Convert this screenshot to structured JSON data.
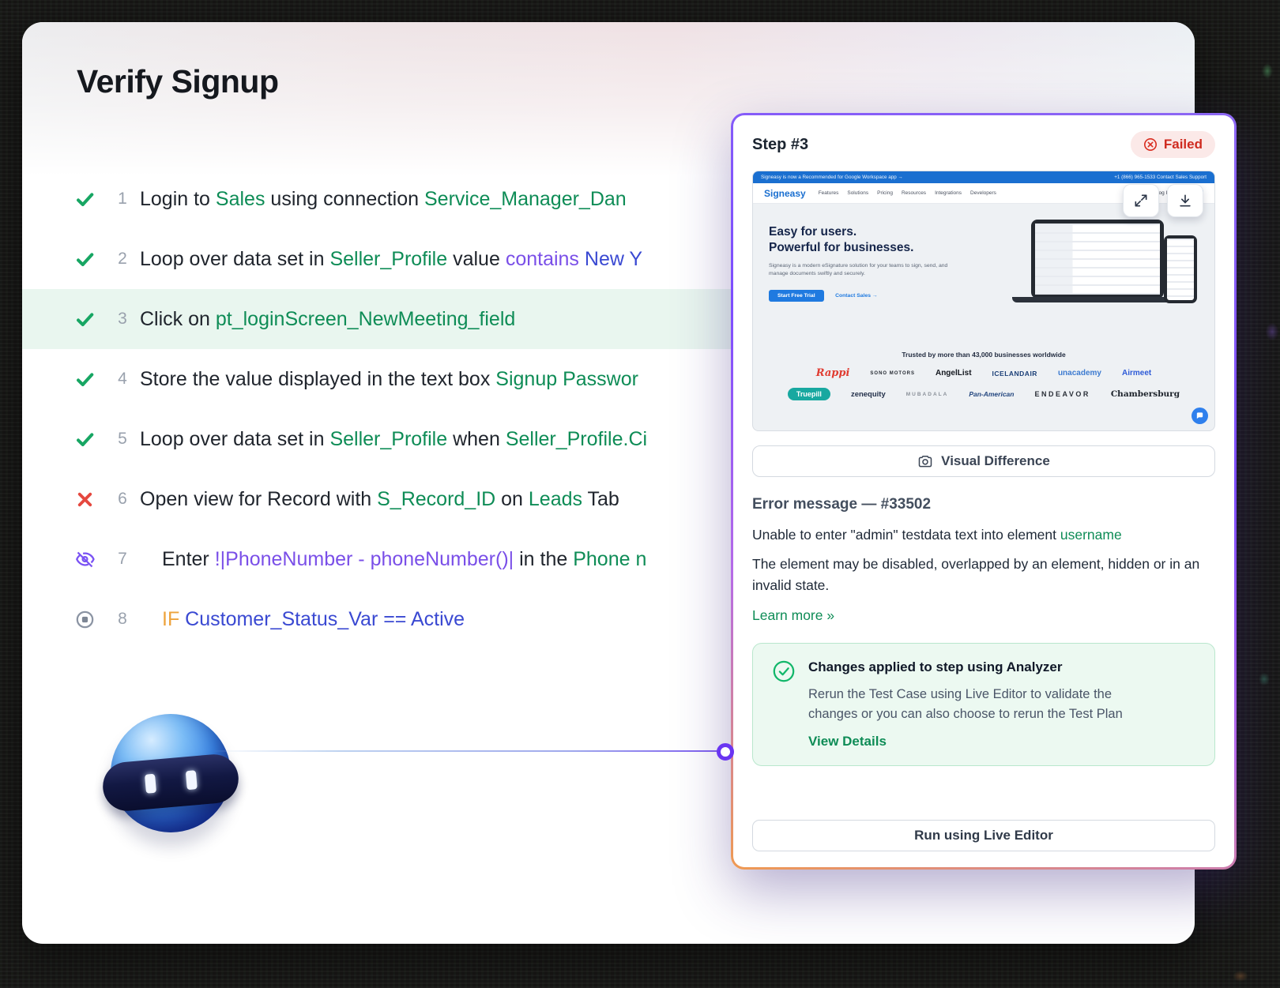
{
  "page": {
    "title": "Verify Signup"
  },
  "steps": [
    {
      "n": "1",
      "status": "passed",
      "segments": [
        [
          "Login to ",
          "d"
        ],
        [
          "Sales",
          "g"
        ],
        [
          " using connection ",
          "d"
        ],
        [
          "Service_Manager_Dan",
          "g"
        ]
      ]
    },
    {
      "n": "2",
      "status": "passed",
      "segments": [
        [
          "Loop over data set in ",
          "d"
        ],
        [
          "Seller_Profile",
          "g"
        ],
        [
          " value ",
          "d"
        ],
        [
          "contains",
          "p"
        ],
        [
          " New Y",
          "b"
        ]
      ]
    },
    {
      "n": "3",
      "status": "passed",
      "highlight": true,
      "segments": [
        [
          "Click on ",
          "d"
        ],
        [
          "pt_loginScreen_NewMeeting_field",
          "g"
        ]
      ]
    },
    {
      "n": "4",
      "status": "passed",
      "segments": [
        [
          "Store the value displayed in the text box ",
          "d"
        ],
        [
          "Signup Passwor",
          "g"
        ]
      ]
    },
    {
      "n": "5",
      "status": "passed",
      "segments": [
        [
          "Loop over data set in ",
          "d"
        ],
        [
          "Seller_Profile",
          "g"
        ],
        [
          " when ",
          "d"
        ],
        [
          "Seller_Profile.Ci",
          "g"
        ]
      ]
    },
    {
      "n": "6",
      "status": "failed",
      "segments": [
        [
          "Open view for Record with ",
          "d"
        ],
        [
          "S_Record_ID",
          "g"
        ],
        [
          " on ",
          "d"
        ],
        [
          "Leads",
          "g"
        ],
        [
          " Tab",
          "d"
        ]
      ]
    },
    {
      "n": "7",
      "status": "skipped",
      "indent": true,
      "segments": [
        [
          "Enter ",
          "d"
        ],
        [
          "!|PhoneNumber - phoneNumber()|",
          "p"
        ],
        [
          " in the ",
          "d"
        ],
        [
          "Phone n",
          "g"
        ]
      ]
    },
    {
      "n": "8",
      "status": "breakpoint",
      "indent": true,
      "segments": [
        [
          "IF",
          "o"
        ],
        [
          " ",
          "d"
        ],
        [
          "Customer_Status_Var",
          "b"
        ],
        [
          " == ",
          "b"
        ],
        [
          "Active",
          "b"
        ]
      ]
    }
  ],
  "panel": {
    "title": "Step #3",
    "status": "Failed",
    "visual_difference": "Visual Difference",
    "error_title": "Error message — #33502",
    "error_line1": "Unable to enter \"admin\" testdata text  into element ",
    "error_link": "username",
    "error_line2": "The element may be disabled, overlapped by an element, hidden or in an invalid state.",
    "learn_more": "Learn more »",
    "analyzer": {
      "title": "Changes applied to step using Analyzer",
      "body": "Rerun the Test Case using Live Editor to validate the changes or you can also choose to rerun the Test Plan",
      "link": "View Details"
    },
    "run_button": "Run using Live Editor",
    "screenshot": {
      "topbar_left": "Signeasy is now a Recommended for Google Workspace app →",
      "topbar_right": "+1 (866) 965-1533   Contact Sales   Support",
      "brand": "Signeasy",
      "nav": [
        "Features",
        "Solutions",
        "Pricing",
        "Resources",
        "Integrations",
        "Developers"
      ],
      "login": "Log In",
      "headline1": "Easy for users.",
      "headline2": "Powerful for businesses.",
      "sub": "Signeasy is a modern eSignature solution for your teams to sign, send, and manage documents swiftly and securely.",
      "cta_primary": "Start Free Trial",
      "cta_secondary": "Contact Sales →",
      "trusted": "Trusted by more than 43,000 businesses worldwide",
      "logos_row1": [
        {
          "label": "Rappi",
          "cls": "rappi"
        },
        {
          "label": "SONO MOTORS",
          "cls": "sono"
        },
        {
          "label": "AngelList",
          "cls": "angellist"
        },
        {
          "label": "ICELANDAIR",
          "cls": "icelandair"
        },
        {
          "label": "unacademy",
          "cls": "unacademy"
        },
        {
          "label": "Airmeet",
          "cls": "airmeet"
        }
      ],
      "logos_row2": [
        {
          "label": "Truepill",
          "cls": "truepill"
        },
        {
          "label": "zenequity",
          "cls": "zenequity"
        },
        {
          "label": "MUBADALA",
          "cls": "mubadala"
        },
        {
          "label": "Pan-American",
          "cls": "panam"
        },
        {
          "label": "ENDEAVOR",
          "cls": "endeavor"
        },
        {
          "label": "Chambersburg",
          "cls": "chambersburg"
        }
      ]
    }
  }
}
